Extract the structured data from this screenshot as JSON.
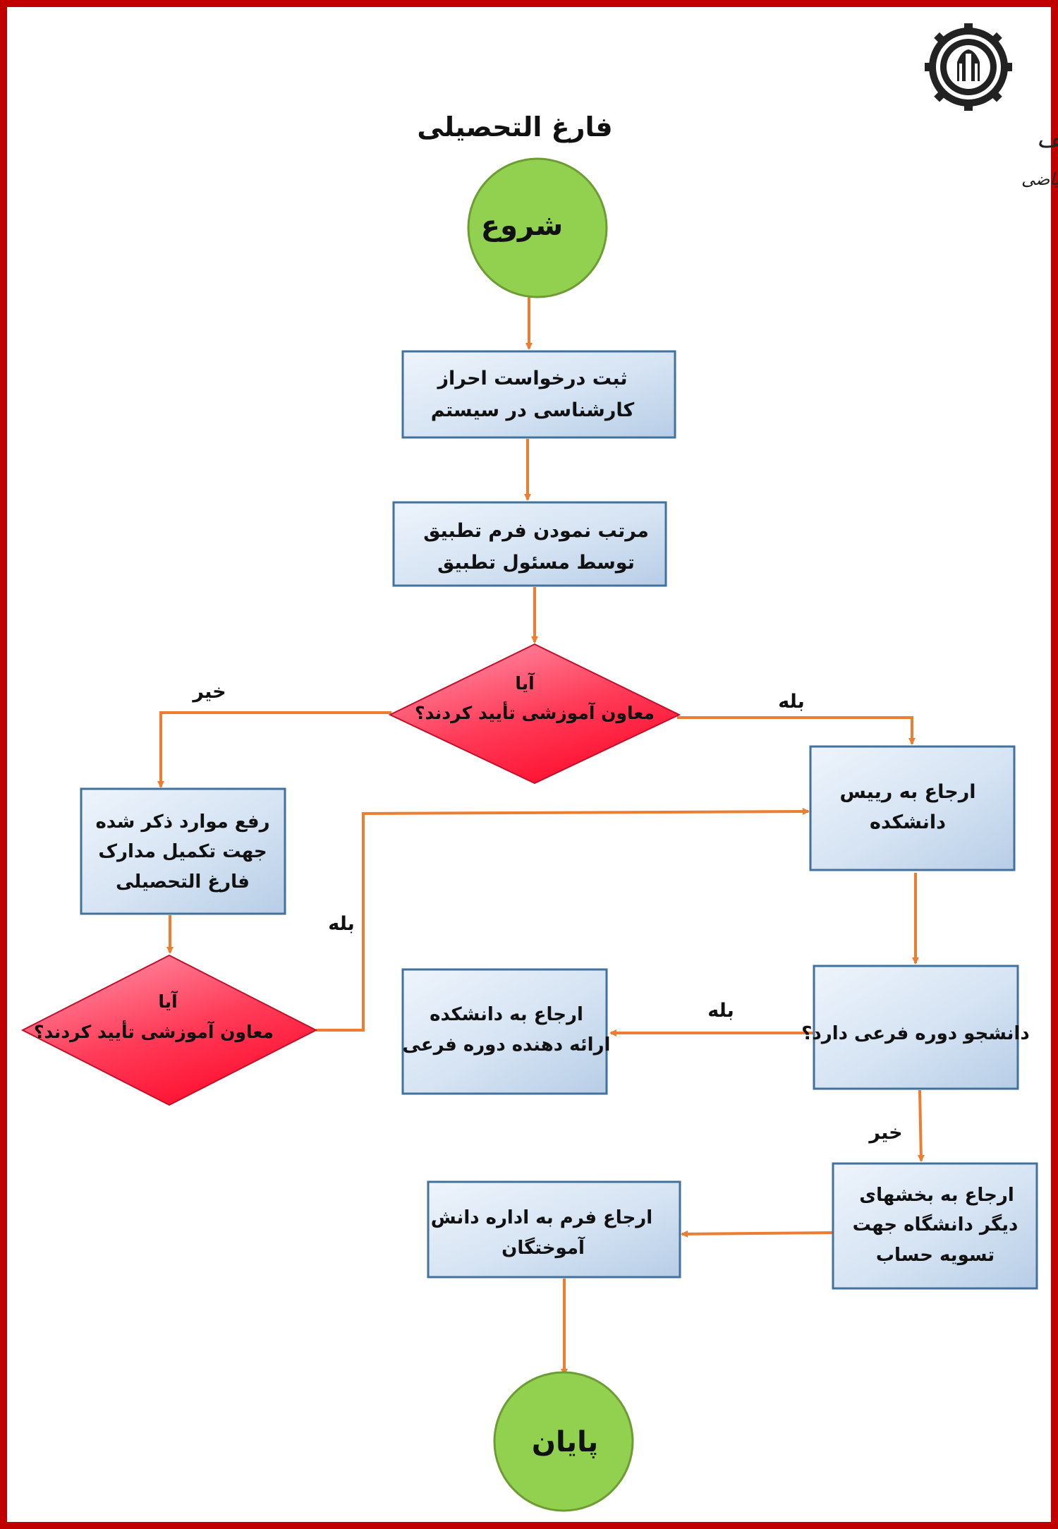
{
  "title": "فارغ التحصیلی",
  "logo": {
    "university": "دانشگاه صنعتی شریف",
    "faculty": "دانشکده علوم ریاضی"
  },
  "nodes": {
    "start": "شروع",
    "register": [
      "ثبت درخواست احراز",
      "کارشناسی در سیستم"
    ],
    "prepare": [
      "مرتب نمودن فرم تطبیق",
      "توسط مسئول تطبیق"
    ],
    "decision1": [
      "آیا",
      "معاون آموزشی تأیید کردند؟"
    ],
    "fix": [
      "رفع موارد ذکر شده",
      "جهت تکمیل مدارک",
      "فارغ التحصیلی"
    ],
    "decision2": [
      "آیا",
      "معاون آموزشی تأیید کردند؟"
    ],
    "dean": [
      "ارجاع به رییس",
      "دانشکده"
    ],
    "minor_q": "دانشجو دوره فرعی دارد؟",
    "minor_faculty": [
      "ارجاع به دانشکده",
      "ارائه دهنده دوره فرعی"
    ],
    "other_sections": [
      "ارجاع به بخشهای",
      "دیگر دانشگاه جهت",
      "تسویه حساب"
    ],
    "alumni_office": [
      "ارجاع فرم به اداره دانش",
      "آموختگان"
    ],
    "end": "پایان"
  },
  "edge_labels": {
    "d1_no": "خیر",
    "d1_yes": "بله",
    "d2_yes": "بله",
    "minor_yes": "بله",
    "minor_no": "خیر"
  },
  "colors": {
    "frame": "#c00000",
    "arrow": "#ed7d31",
    "terminal_fill": "#92d050",
    "process_border": "#41719c",
    "decision_fill": "#ff1a3d"
  }
}
